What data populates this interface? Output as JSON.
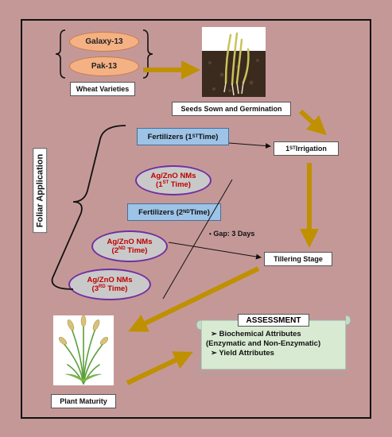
{
  "varieties": [
    "Galaxy-13",
    "Pak-13"
  ],
  "wheat_varieties_label": "Wheat Varieties",
  "seeds_label": "Seeds Sown and Germination",
  "fertilizer1": {
    "text": "Fertilizers (1",
    "sup": "ST",
    "tail": " Time)"
  },
  "irrigation": {
    "num": "1",
    "sup": "ST",
    "tail": " Irrigation"
  },
  "foliar_label": "Foliar Application",
  "np1": {
    "line1": "Ag/ZnO NMs",
    "pre": "(1",
    "sup": "ST",
    "post": " Time)"
  },
  "fertilizer2": {
    "text": "Fertilizers (2",
    "sup": "ND",
    "tail": " Time)"
  },
  "gap_label": "Gap: 3 Days",
  "np2": {
    "line1": "Ag/ZnO NMs",
    "pre": "(2",
    "sup": "ND",
    "post": " Time)"
  },
  "np3": {
    "line1": "Ag/ZnO NMs",
    "pre": "(3",
    "sup": "RD",
    "post": " Time)"
  },
  "tillering_label": "Tillering Stage",
  "assessment": {
    "title": "ASSESSMENT",
    "item1": "➢ Biochemical Attributes",
    "item1b": "(Enzymatic and Non-Enzymatic)",
    "item2": "➢ Yield Attributes"
  },
  "maturity_label": "Plant Maturity",
  "colors": {
    "background": "#c59898",
    "arrow": "#bf9000",
    "fertilizer": "#9dc3e6",
    "nanoparticle_border": "#7030a0",
    "assessment": "#d9ead3"
  }
}
